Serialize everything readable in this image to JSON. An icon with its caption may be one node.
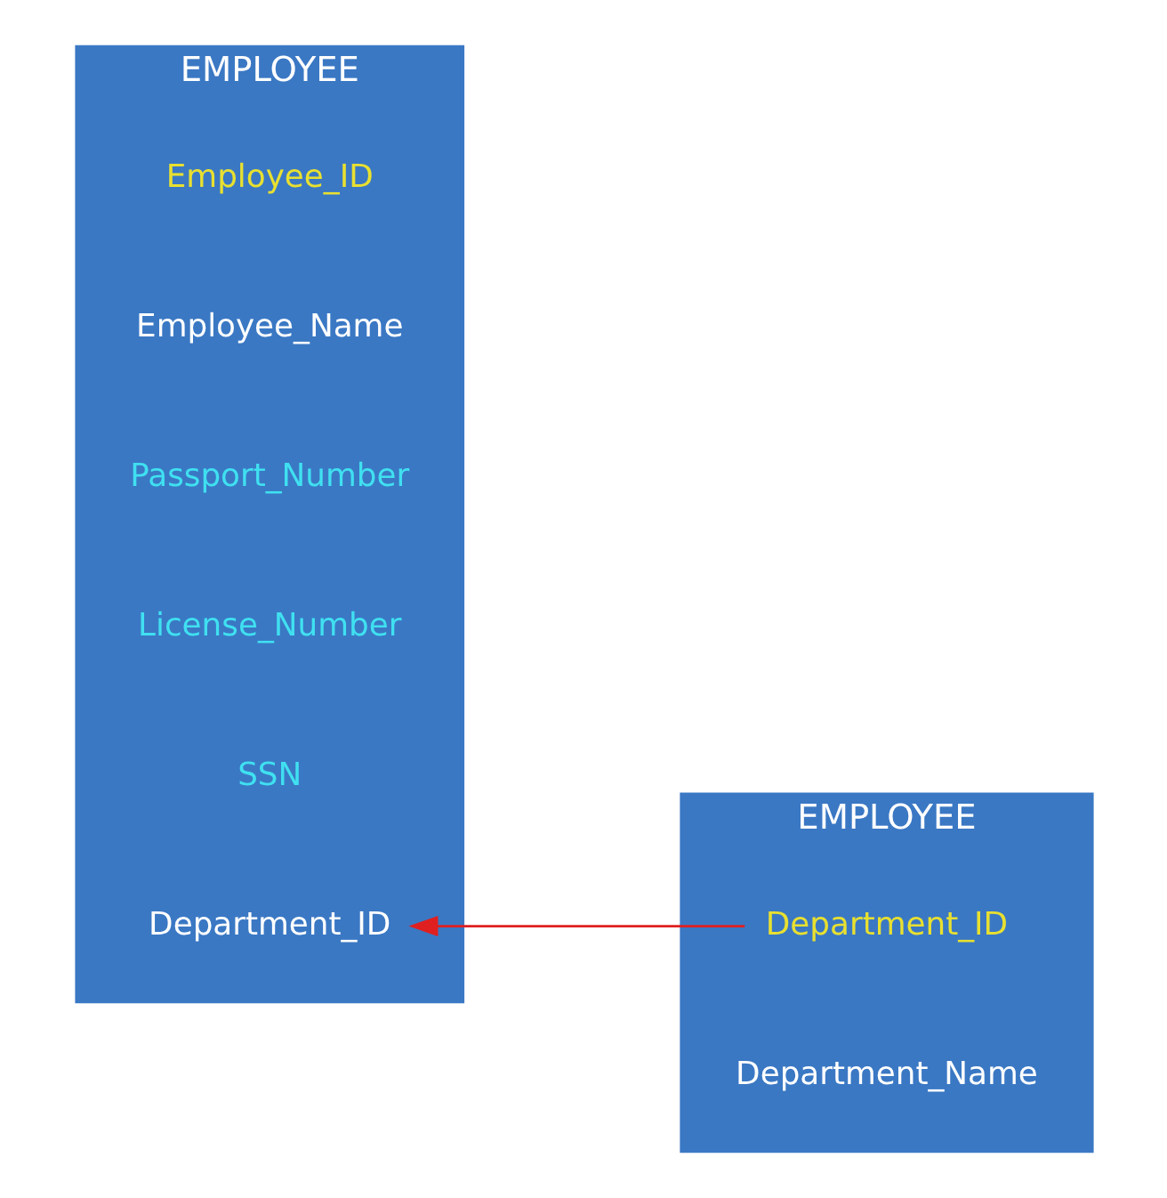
{
  "diagram": {
    "nodes": [
      {
        "text": [
          "EMPLOYEE"
        ]
      },
      {
        "text": [
          "Employee_ID"
        ],
        "in": 0
      },
      {
        "text": [
          "Employee_Name"
        ],
        "in": 0
      },
      {
        "text": [
          "Passport_Number"
        ],
        "in": 0
      },
      {
        "text": [
          "License_Number"
        ],
        "in": 0
      },
      {
        "text": [
          "SSN"
        ],
        "in": 0
      },
      {
        "text": [
          "Department_ID"
        ],
        "in": 0
      },
      {
        "text": [
          "EMPLOYEE"
        ]
      },
      {
        "text": [
          "Department_ID"
        ],
        "in": 7
      },
      {
        "text": [
          "Department_Name"
        ],
        "in": 7
      }
    ],
    "edges": [
      {
        "from": 8,
        "to": 6,
        "arrow": "to",
        "color": "#e02020"
      }
    ]
  }
}
